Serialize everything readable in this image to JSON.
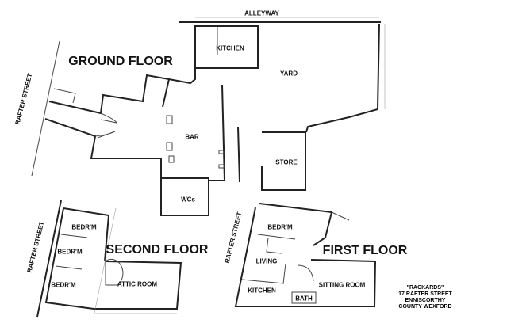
{
  "ground_floor": {
    "title": "GROUND FLOOR",
    "street": "RAFTER STREET",
    "alley": "ALLEYWAY",
    "rooms": {
      "kitchen": "KITCHEN",
      "bar": "BAR",
      "yard": "YARD",
      "store": "STORE",
      "wcs": "WCs"
    }
  },
  "second_floor": {
    "title": "SECOND FLOOR",
    "street": "RAFTER STREET",
    "rooms": {
      "bedroom_1": "BEDR'M",
      "bedroom_2": "BEDR'M",
      "bedroom_3": "BEDR'M",
      "attic": "ATTIC ROOM"
    }
  },
  "first_floor": {
    "title": "FIRST FLOOR",
    "street": "RAFTER STREET",
    "rooms": {
      "bedroom": "BEDR'M",
      "living": "LIVING",
      "kitchen": "KITCHEN",
      "bath": "BATH",
      "sitting": "SITTING ROOM"
    }
  },
  "address": {
    "name": "\"RACKARDS\"",
    "line1": "17 RAFTER STREET",
    "line2": "ENNISCORTHY",
    "line3": "COUNTY WEXFORD"
  }
}
